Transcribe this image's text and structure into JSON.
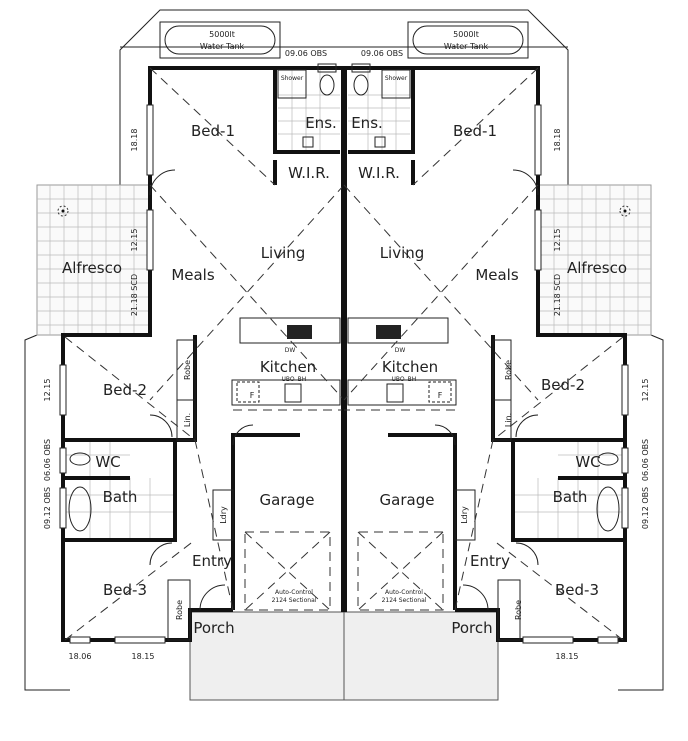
{
  "plan": {
    "water_tank": {
      "capacity": "5000lt",
      "label": "Water Tank"
    },
    "window_top": "09.06 OBS",
    "shower": "Shower",
    "rooms": {
      "bed1": "Bed-1",
      "ensuite": "Ens.",
      "wir": "W.I.R.",
      "living": "Living",
      "meals": "Meals",
      "alfresco": "Alfresco",
      "kitchen": "Kitchen",
      "bed2": "Bed-2",
      "robe": "Robe",
      "linen": "Lin.",
      "wc": "WC",
      "bath": "Bath",
      "garage": "Garage",
      "entry": "Entry",
      "bed3": "Bed-3",
      "porch": "Porch",
      "laundry": "Ldry"
    },
    "kitchen_fixtures": {
      "dw": "DW",
      "ubo": "UBO",
      "bh": "BH",
      "fridge": "F"
    },
    "garage_door": {
      "line1": "Auto-Control",
      "line2": "2124 Sectional"
    },
    "dimensions": {
      "bed1_window": "18.18",
      "living_window": "12.15",
      "sliding_door": "21.18 SCD",
      "bed2_window": "12.15",
      "wc_window": "06.06 OBS",
      "bath_window": "09.12 OBS",
      "bed3_window_a": "18.06",
      "bed3_window_b": "18.15"
    }
  }
}
